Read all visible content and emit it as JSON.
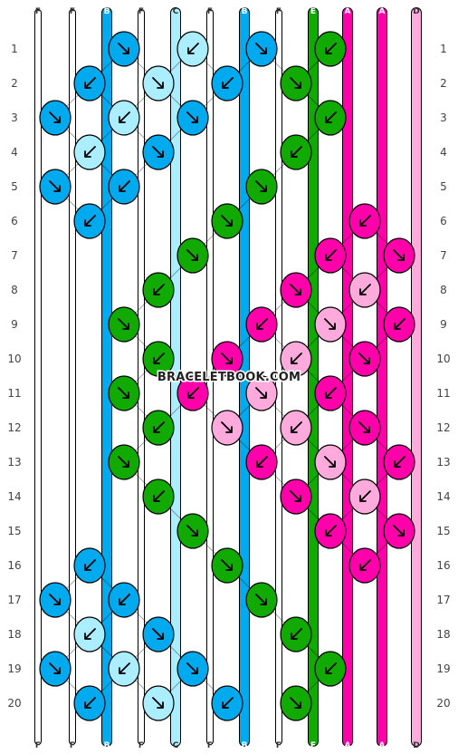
{
  "watermark": "BRACELETBOOK.COM",
  "row_numbers": [
    "1",
    "2",
    "3",
    "4",
    "5",
    "6",
    "7",
    "8",
    "9",
    "10",
    "11",
    "12",
    "13",
    "14",
    "15",
    "16",
    "17",
    "18",
    "19",
    "20"
  ],
  "strand_labels_top": [
    "F",
    "F",
    "B",
    "F",
    "C",
    "F",
    "B",
    "F",
    "E",
    "A",
    "A",
    "D"
  ],
  "strand_labels_bottom": [
    "F",
    "F",
    "B",
    "F",
    "C",
    "F",
    "B",
    "F",
    "E",
    "A",
    "A",
    "D"
  ],
  "colors": {
    "A": "#ff00aa",
    "B": "#00aaee",
    "C": "#aaeeff",
    "D": "#ffaadd",
    "E": "#11aa00",
    "F": "#ffffff",
    "outline": "#000000",
    "arrow": "#000000"
  },
  "knot_colors_by_row": [
    [
      "B",
      "C",
      "B",
      "E"
    ],
    [
      "B",
      "C",
      "B",
      "E"
    ],
    [
      "B",
      "C",
      "B",
      "E"
    ],
    [
      "C",
      "B",
      "E"
    ],
    [
      "B",
      "B",
      "E"
    ],
    [
      "B",
      "E",
      "A"
    ],
    [
      "E",
      "A",
      "A"
    ],
    [
      "E",
      "A",
      "D"
    ],
    [
      "E",
      "A",
      "D",
      "A"
    ],
    [
      "E",
      "A",
      "D",
      "A"
    ],
    [
      "E",
      "A",
      "D",
      "A"
    ],
    [
      "E",
      "D",
      "D",
      "A"
    ],
    [
      "E",
      "A",
      "D",
      "A"
    ],
    [
      "E",
      "A",
      "D"
    ],
    [
      "E",
      "A",
      "A"
    ],
    [
      "B",
      "E",
      "A"
    ],
    [
      "B",
      "B",
      "E"
    ],
    [
      "C",
      "B",
      "E"
    ],
    [
      "B",
      "C",
      "B",
      "E"
    ],
    [
      "B",
      "C",
      "B",
      "E"
    ]
  ]
}
